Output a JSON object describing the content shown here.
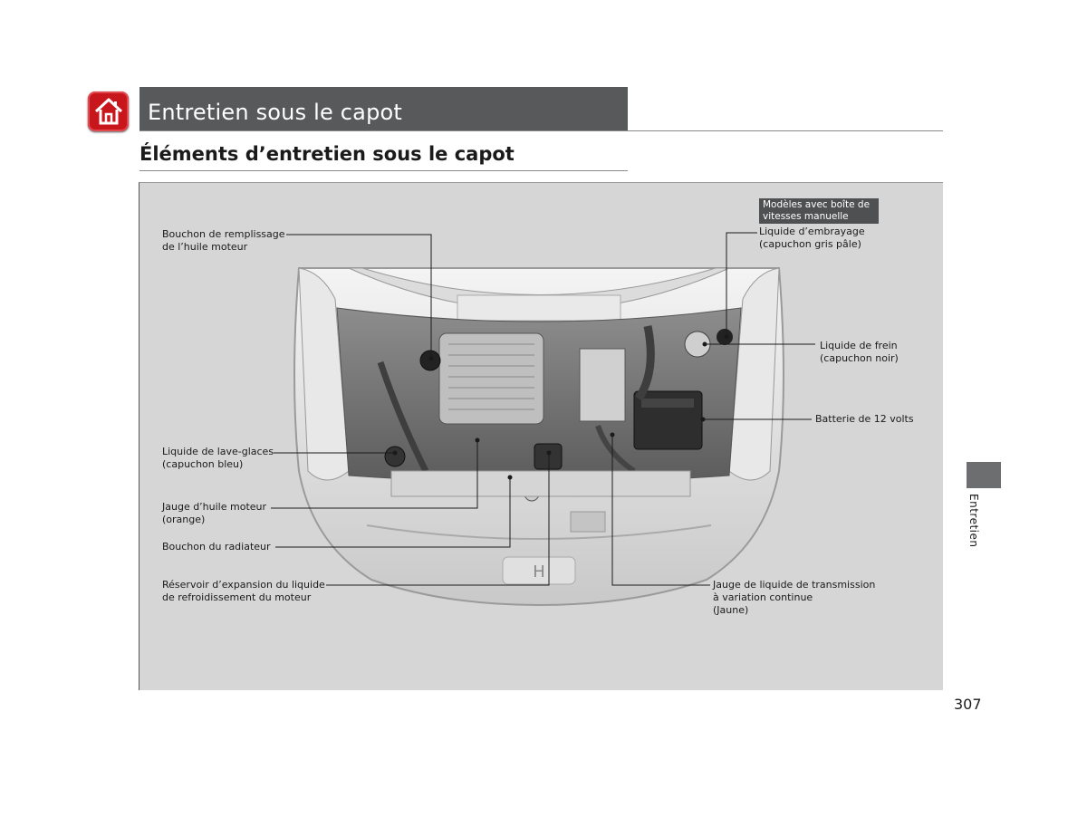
{
  "header": {
    "title": "Entretien sous le capot",
    "home_icon": "home-icon"
  },
  "section": {
    "title": "Éléments d’entretien sous le capot"
  },
  "figure": {
    "badge_line1": "Modèles avec boîte de",
    "badge_line2": "vitesses manuelle",
    "labels": {
      "oil_cap_1": "Bouchon de remplissage",
      "oil_cap_2": "de l’huile moteur",
      "washer_1": "Liquide de lave-glaces",
      "washer_2": "(capuchon bleu)",
      "dipstick_1": "Jauge d’huile moteur",
      "dipstick_2": "(orange)",
      "radiator": "Bouchon du radiateur",
      "coolant_1": "Réservoir d’expansion du liquide",
      "coolant_2": "de refroidissement du moteur",
      "clutch_1": "Liquide d’embrayage",
      "clutch_2": "(capuchon gris pâle)",
      "brake_1": "Liquide de frein",
      "brake_2": "(capuchon noir)",
      "battery": "Batterie de 12 volts",
      "cvt_1": "Jauge de liquide de transmission",
      "cvt_2": "à variation continue",
      "cvt_3": "(Jaune)"
    },
    "car_logo": "honda-logo"
  },
  "side_tab": {
    "label": "Entretien"
  },
  "page_number": "307"
}
